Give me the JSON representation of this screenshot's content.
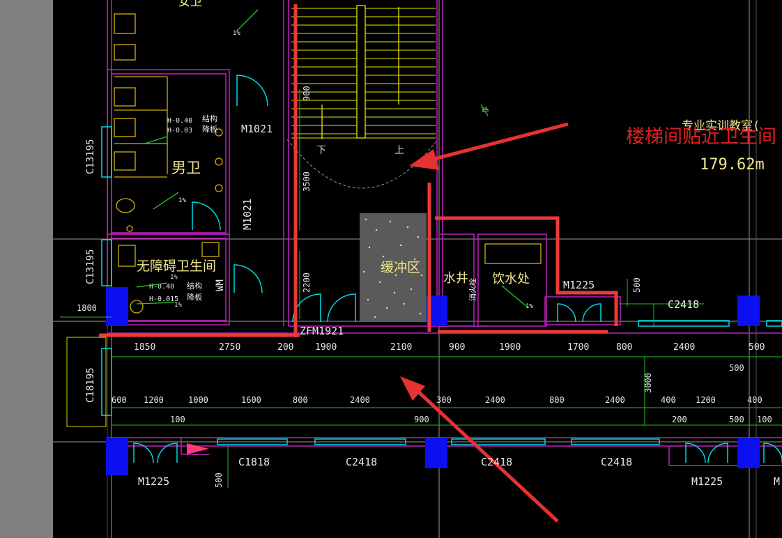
{
  "rooms": {
    "female_wc": "女卫",
    "male_wc": "男卫",
    "accessible_wc": "无障碍卫生间",
    "buffer_zone": "缓冲区",
    "water_well": "水井",
    "water_room": "饮水处",
    "classroom_partial": "专业实训教室(",
    "classroom_area": "179.62m"
  },
  "annotation": {
    "note": "楼梯间贴近卫生间",
    "color": "#e0201e"
  },
  "stair": {
    "down": "下",
    "up": "上",
    "dim_900": "900",
    "dim_3500": "3500",
    "dim_2200": "2200"
  },
  "window_tags": {
    "c13195_a": "C13195",
    "c13195_b": "C13195",
    "c18195": "C18195",
    "c1818": "C1818",
    "c2418_a": "C2418",
    "c2418_b": "C2418",
    "c2418_c": "C2418",
    "c2418_d": "C2418"
  },
  "door_tags": {
    "m1021_a": "M1021",
    "m1021_b": "M1021",
    "wm": "WM",
    "fm1921": "ZFM1921",
    "m1225_a": "M1225",
    "m1225_b": "M1225",
    "m1225_c": "M1225",
    "m1225_edge": "M"
  },
  "wc_notes": {
    "h1_a": "H-0.40",
    "h2_a": "H-0.03",
    "struct_a1": "结构",
    "struct_a2": "降板",
    "h1_b": "H-0.40",
    "h2_b": "H-0.015",
    "struct_b1": "结构",
    "struct_b2": "降板",
    "slope_1": "1%",
    "slope_2": "1%",
    "slope_3": "1%",
    "slope_4": "1%",
    "slope_5": "1%",
    "slope_6": "1%",
    "hydrant": "消火栓"
  },
  "dimensions": {
    "row1": [
      "1850",
      "2750",
      "200",
      "1900",
      "2100",
      "900",
      "1900",
      "1700",
      "800",
      "2400",
      "500"
    ],
    "row2": [
      "600",
      "1200",
      "1000",
      "1600",
      "800",
      "2400",
      "300",
      "2400",
      "800",
      "2400",
      "400",
      "1200",
      "400"
    ],
    "row3": [
      "100",
      "900",
      "200",
      "500",
      "100"
    ],
    "misc": {
      "d1800": "1800",
      "d500_right": "500",
      "d500_mid": "500",
      "d3000": "3000",
      "d500_bottom": "500"
    }
  }
}
